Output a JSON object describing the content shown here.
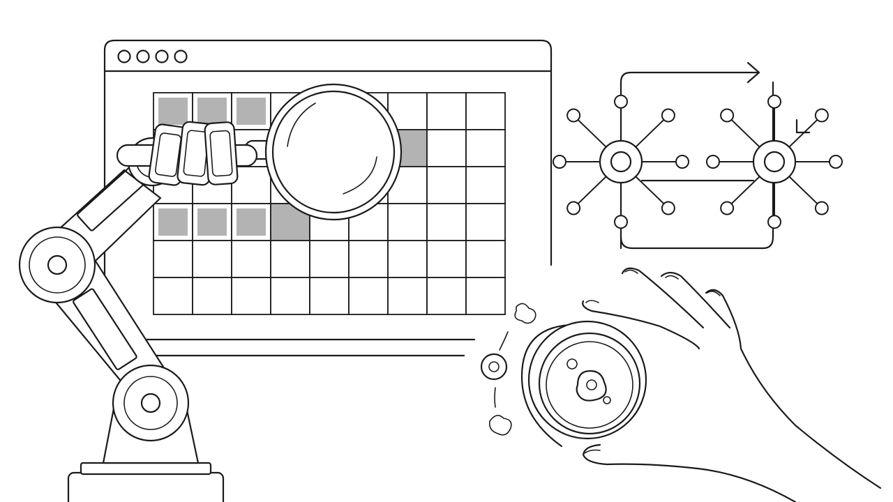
{
  "palette": {
    "ink": "#1a1a1a",
    "paper": "#ffffff",
    "highlight": "#b3b3b3"
  },
  "browser_window": {
    "dot_count": 4,
    "grid": {
      "cols": 9,
      "rows": 6,
      "highlighted_cells": [
        [
          0,
          0
        ],
        [
          1,
          0
        ],
        [
          2,
          0
        ],
        [
          6,
          1
        ],
        [
          0,
          3
        ],
        [
          1,
          3
        ],
        [
          2,
          3
        ],
        [
          3,
          3
        ]
      ]
    }
  },
  "icons": [
    "robot-arm-icon",
    "magnifying-glass-icon",
    "network-graph-icon",
    "petri-dish-icon",
    "hand-icon",
    "cycle-arrow-icon"
  ],
  "network": {
    "hubs": 2,
    "spokes_per_hub": 8
  }
}
